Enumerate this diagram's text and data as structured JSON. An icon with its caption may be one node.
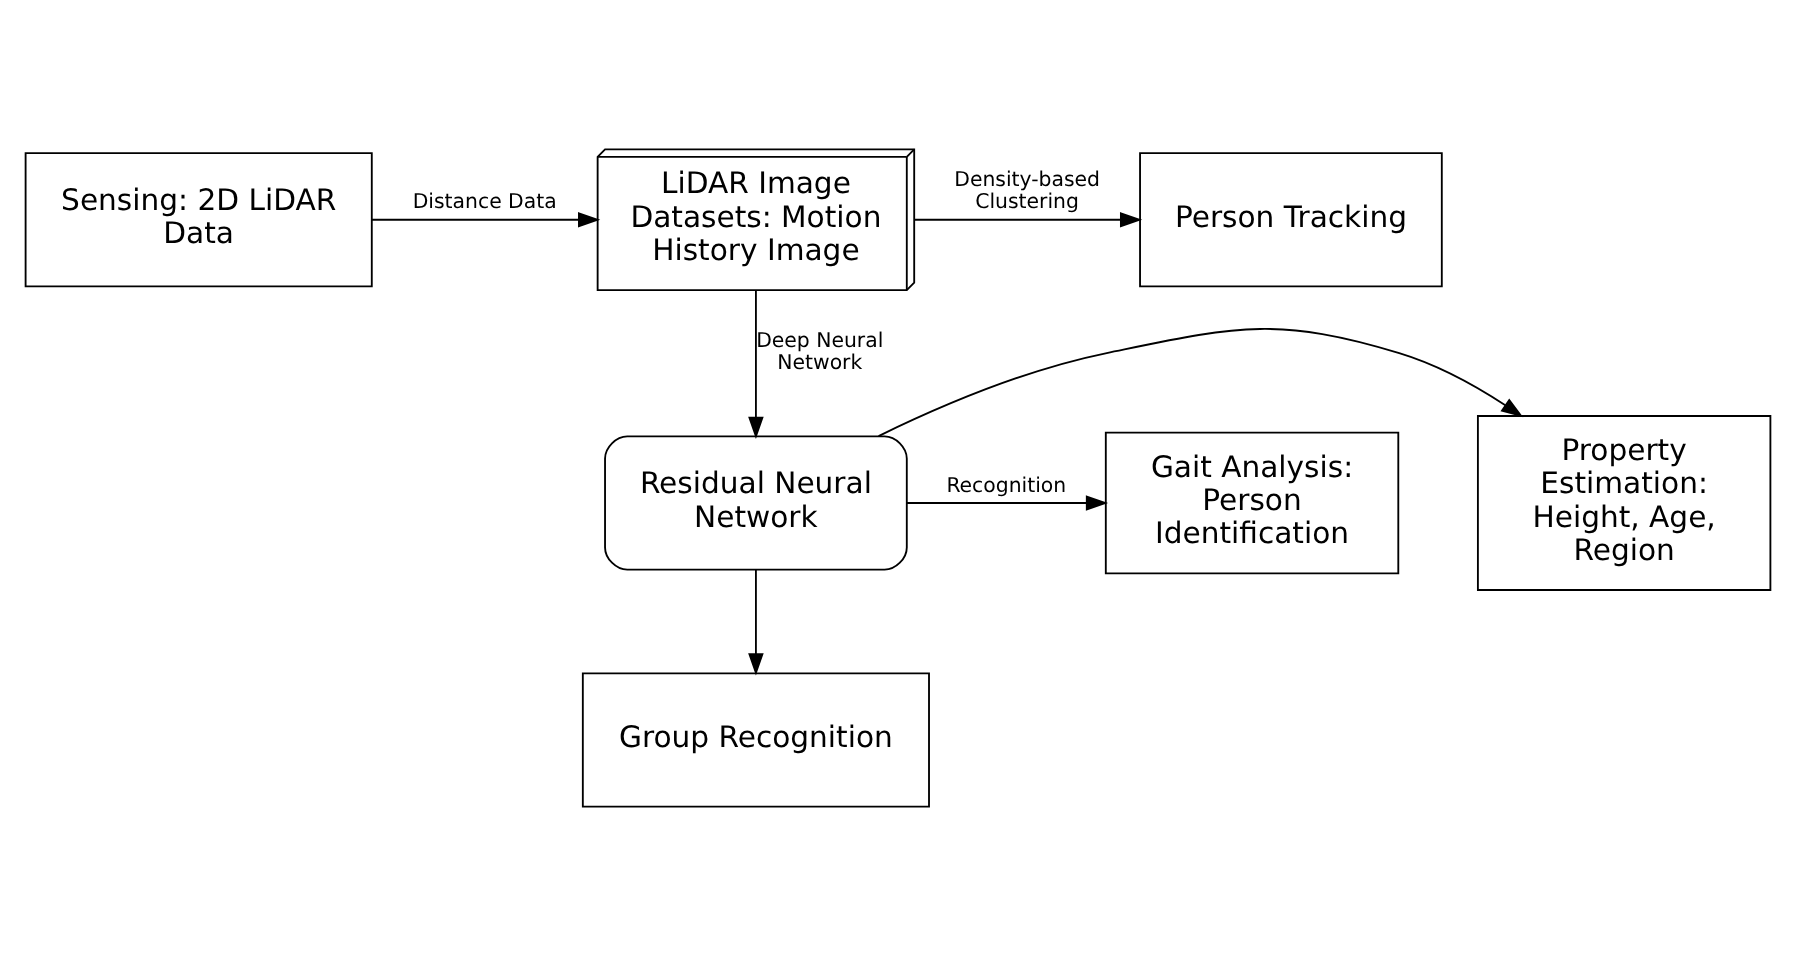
{
  "diagram": {
    "nodes": [
      {
        "text": [
          "Sensing: 2D LiDAR Data"
        ]
      },
      {
        "text": [
          "LiDAR Image Datasets: Motion History Image"
        ]
      },
      {
        "text": [
          "Person Tracking"
        ]
      },
      {
        "text": [
          "Property Estimation: Height, Age, Region"
        ]
      },
      {
        "text": [
          "Residual Neural Network"
        ]
      },
      {
        "text": [
          "Gait Analysis: Person Identification"
        ]
      },
      {
        "text": [
          "Group Recognition"
        ]
      }
    ],
    "edges": [
      {
        "from": 0,
        "to": 1,
        "arrow": "to",
        "label": "Distance Data"
      },
      {
        "from": 1,
        "to": 2,
        "arrow": "to",
        "label": "Density-based Clustering"
      },
      {
        "from": 1,
        "to": 4,
        "arrow": "to",
        "label": "Deep Neural Network"
      },
      {
        "from": 4,
        "to": 3,
        "arrow": "to"
      },
      {
        "from": 4,
        "to": 5,
        "arrow": "to",
        "label": "Recognition"
      },
      {
        "from": 4,
        "to": 6,
        "arrow": "to"
      }
    ]
  }
}
